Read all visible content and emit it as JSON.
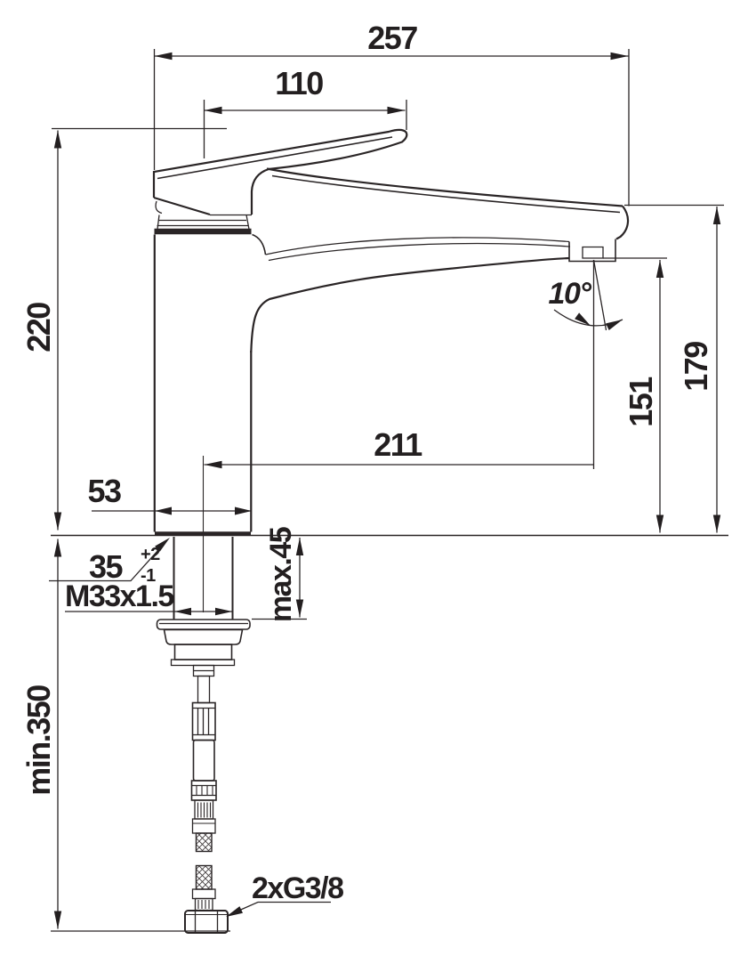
{
  "drawing": {
    "subject": "Single-lever kitchen sink faucet, side view, technical dimension drawing with flexible supply hose",
    "background_color": "#ffffff",
    "line_color": "#231f20"
  },
  "dims": {
    "overall_width": "257",
    "handle_length": "110",
    "body_height": "220",
    "spout_angle": "10°",
    "aerator_height": "151",
    "spout_end_height": "179",
    "spout_reach": "211",
    "body_diameter": "53",
    "hole_diameter": "35",
    "hole_tolerance_plus": "+2",
    "hole_tolerance_minus": "-1",
    "shank_thread": "M33x1.5",
    "max_mounting_thickness": "max.45",
    "min_hose_clearance": "min.350",
    "hose_connection": "2xG3/8"
  }
}
